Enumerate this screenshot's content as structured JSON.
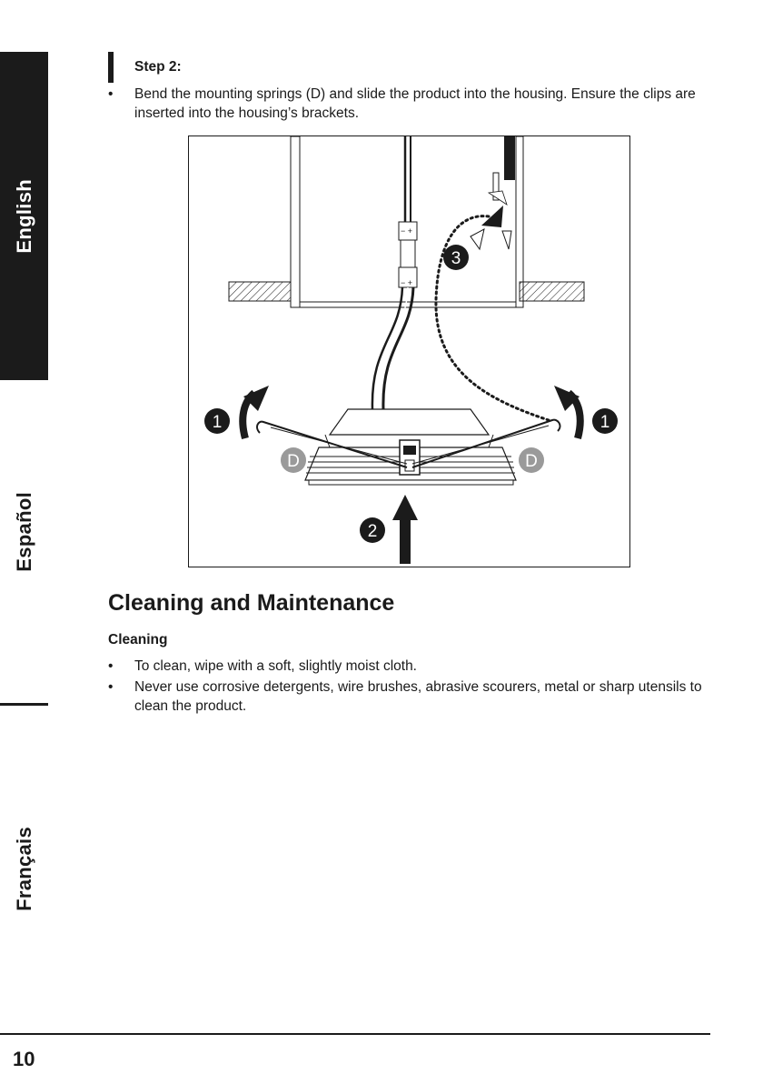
{
  "sidebar": {
    "tabs": [
      {
        "label": "English",
        "active": true
      },
      {
        "label": "Español",
        "active": false
      },
      {
        "label": "Français",
        "active": false
      }
    ]
  },
  "step": {
    "heading": "Step 2:",
    "bullets": [
      "Bend the mounting springs (D) and slide the product into the housing. Ensure the clips are inserted into the housing’s brackets."
    ]
  },
  "figure": {
    "callouts": {
      "left_spring": "1",
      "right_spring": "1",
      "push_up": "2",
      "insert": "3",
      "left_d": "D",
      "right_d": "D"
    },
    "connector_marks": {
      "top": "− +",
      "bottom": "− +"
    }
  },
  "cleaning": {
    "section_title": "Cleaning and Maintenance",
    "subtitle": "Cleaning",
    "bullets": [
      "To clean, wipe with a soft, slightly moist cloth.",
      "Never use corrosive detergents, wire brushes, abrasive scourers, metal or sharp utensils to clean the product."
    ]
  },
  "footer": {
    "page_number": "10"
  },
  "colors": {
    "ink": "#1b1b1b",
    "paper": "#ffffff",
    "label_d_fill": "#9a9a9a"
  }
}
